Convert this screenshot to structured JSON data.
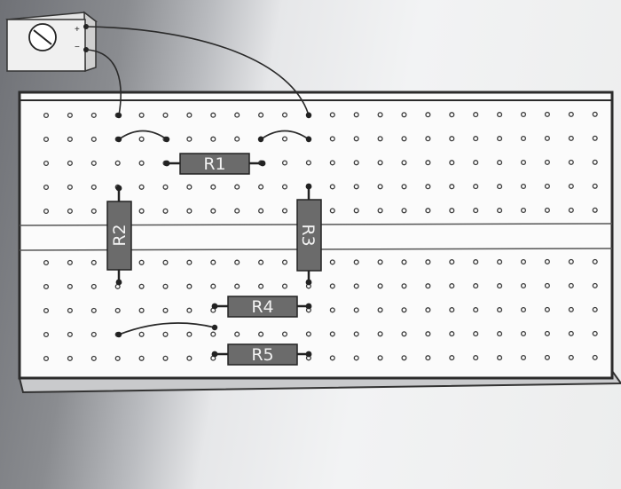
{
  "diagram": {
    "resistors": [
      {
        "id": "r1",
        "label": "R1"
      },
      {
        "id": "r2",
        "label": "R2"
      },
      {
        "id": "r3",
        "label": "R3"
      },
      {
        "id": "r4",
        "label": "R4"
      },
      {
        "id": "r5",
        "label": "R5"
      }
    ],
    "meter": {
      "plus_label": "+",
      "minus_label": "−"
    },
    "breadboard": {
      "columns": 24,
      "rows_per_half": 5
    }
  },
  "colors": {
    "board": "#fbfbfb",
    "frame": "#2b2b2b",
    "hole": "#3a3a3a",
    "resistor": "#6b6b6b",
    "wire": "#2a2a2a"
  }
}
